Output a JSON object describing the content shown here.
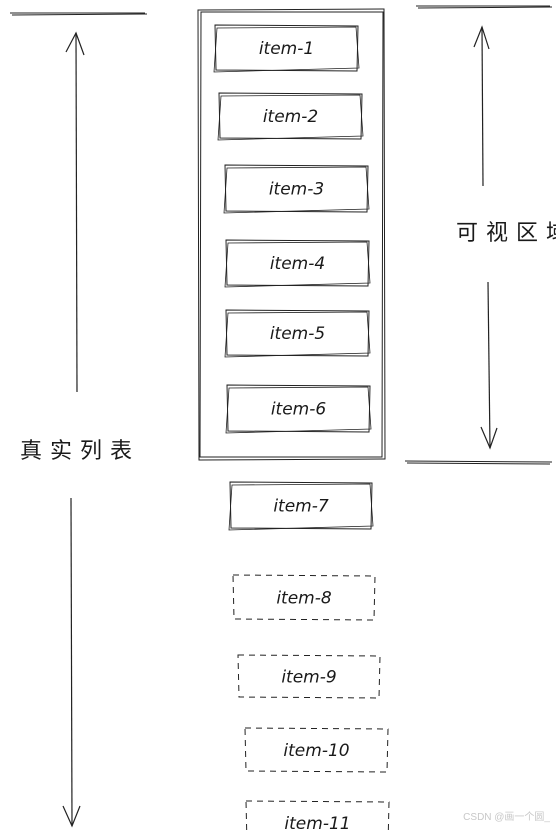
{
  "diagram": {
    "left_label": "真实列表",
    "right_label": "可视区域",
    "items": [
      {
        "label": "item-1",
        "style": "solid"
      },
      {
        "label": "item-2",
        "style": "solid"
      },
      {
        "label": "item-3",
        "style": "solid"
      },
      {
        "label": "item-4",
        "style": "solid"
      },
      {
        "label": "item-5",
        "style": "solid"
      },
      {
        "label": "item-6",
        "style": "solid"
      },
      {
        "label": "item-7",
        "style": "solid"
      },
      {
        "label": "item-8",
        "style": "dashed"
      },
      {
        "label": "item-9",
        "style": "dashed"
      },
      {
        "label": "item-10",
        "style": "dashed"
      },
      {
        "label": "item-11",
        "style": "dashed"
      }
    ]
  },
  "watermark": "CSDN @画一个圆_"
}
